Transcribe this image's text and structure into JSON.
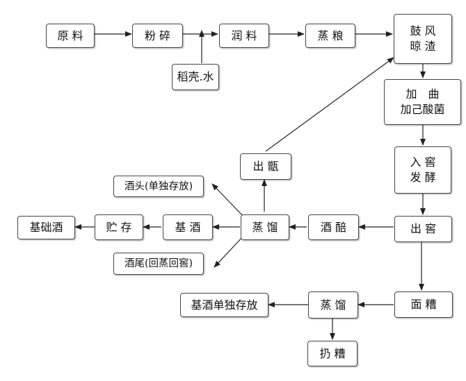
{
  "nodes": {
    "n1": "原 料",
    "n2": "粉 碎",
    "n3": "稻壳.水",
    "n4": "润 料",
    "n5": "蒸 粮",
    "n6": "鼓 风\n晾 渣",
    "n7": "加　曲\n加己酸菌",
    "n8": "入 窖\n发 酵",
    "n9": "出 窖",
    "n10": "酒 醅",
    "n11": "蒸 馏",
    "n12": "出 甑",
    "n13": "酒头(单独存放)",
    "n14": "酒尾(回蒸回窖)",
    "n15": "基 酒",
    "n16": "贮 存",
    "n17": "基础酒",
    "n18": "面 糟",
    "n19": "蒸 馏",
    "n20": "基酒单独存放",
    "n21": "扔 糟"
  }
}
